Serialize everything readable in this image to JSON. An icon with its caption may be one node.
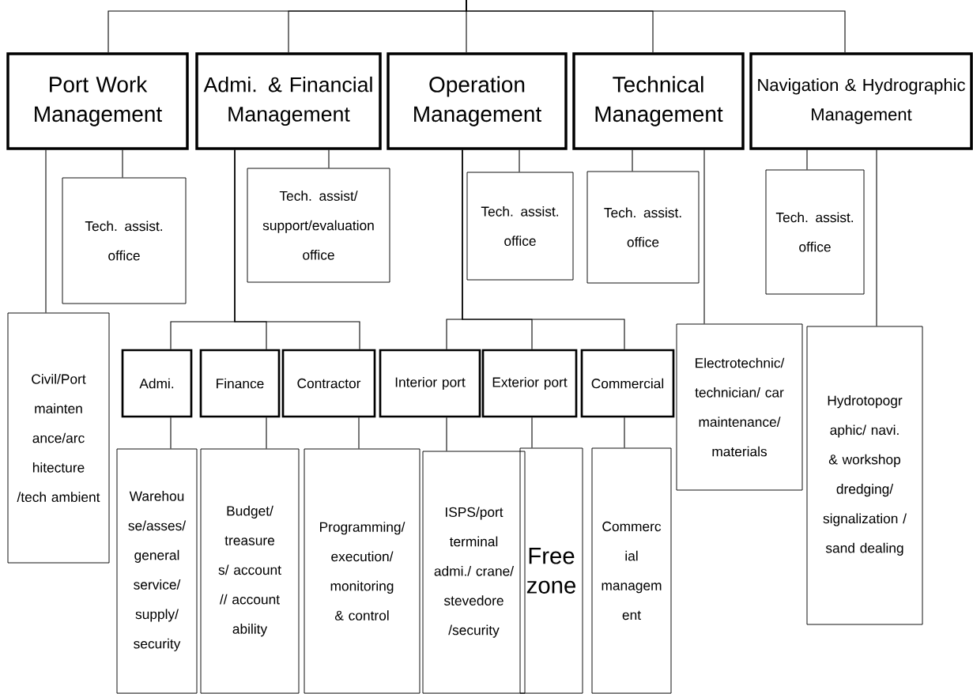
{
  "diagram": {
    "nodes": [
      {
        "text": [
          "Port Work Management"
        ]
      },
      {
        "text": [
          "Admi. & Financial Management"
        ]
      },
      {
        "text": [
          "Operation Management"
        ]
      },
      {
        "text": [
          "Technical Management"
        ]
      },
      {
        "text": [
          "Navigation & Hydrographic Management"
        ]
      },
      {
        "text": [
          "Tech. assist. office"
        ]
      },
      {
        "text": [
          "Tech. assist/ support/evaluation office"
        ]
      },
      {
        "text": [
          "Tech. assist. office"
        ]
      },
      {
        "text": [
          "Tech. assist. office"
        ]
      },
      {
        "text": [
          "Tech. assist. office"
        ]
      },
      {
        "text": [
          "Civil/Port mainten ance/arc hitecture /tech ambient"
        ]
      },
      {
        "text": [
          "Admi."
        ]
      },
      {
        "text": [
          "Finance"
        ]
      },
      {
        "text": [
          "Contractor"
        ]
      },
      {
        "text": [
          "Interior port"
        ]
      },
      {
        "text": [
          "Exterior port"
        ]
      },
      {
        "text": [
          "Commercial"
        ]
      },
      {
        "text": [
          "Electrotechnic/ technician/ car maintenance/ materials"
        ]
      },
      {
        "text": [
          "Hydrotopogr aphic/ navi. & workshop dredging/ signalization / sand dealing"
        ]
      },
      {
        "text": [
          "Warehou se/asses/ general service/ supply/ security"
        ]
      },
      {
        "text": [
          "Budget/ treasure s/ account // account ability"
        ]
      },
      {
        "text": [
          "Programming/ execution/ monitoring & control"
        ]
      },
      {
        "text": [
          "ISPS/port terminal admi./ crane/ stevedore /security"
        ]
      },
      {
        "text": [
          "Free zone"
        ]
      },
      {
        "text": [
          "Commerc ial managem ent"
        ]
      }
    ],
    "edges": [
      {
        "from": null,
        "to": 0,
        "arrow": "none"
      },
      {
        "from": null,
        "to": 1,
        "arrow": "none"
      },
      {
        "from": null,
        "to": 2,
        "arrow": "none"
      },
      {
        "from": null,
        "to": 3,
        "arrow": "none"
      },
      {
        "from": null,
        "to": 4,
        "arrow": "none"
      },
      {
        "from": 0,
        "to": 5,
        "arrow": "none"
      },
      {
        "from": 0,
        "to": 10,
        "arrow": "none"
      },
      {
        "from": 1,
        "to": 6,
        "arrow": "none"
      },
      {
        "from": 1,
        "to": 11,
        "arrow": "none"
      },
      {
        "from": 1,
        "to": 12,
        "arrow": "none"
      },
      {
        "from": 1,
        "to": 13,
        "arrow": "none"
      },
      {
        "from": 2,
        "to": 7,
        "arrow": "none"
      },
      {
        "from": 2,
        "to": 14,
        "arrow": "none"
      },
      {
        "from": 2,
        "to": 15,
        "arrow": "none"
      },
      {
        "from": 2,
        "to": 16,
        "arrow": "none"
      },
      {
        "from": 3,
        "to": 8,
        "arrow": "none"
      },
      {
        "from": 3,
        "to": 17,
        "arrow": "none"
      },
      {
        "from": 4,
        "to": 9,
        "arrow": "none"
      },
      {
        "from": 4,
        "to": 18,
        "arrow": "none"
      },
      {
        "from": 11,
        "to": 19,
        "arrow": "none"
      },
      {
        "from": 12,
        "to": 20,
        "arrow": "none"
      },
      {
        "from": 13,
        "to": 21,
        "arrow": "none"
      },
      {
        "from": 14,
        "to": 22,
        "arrow": "none"
      },
      {
        "from": 15,
        "to": 23,
        "arrow": "none"
      },
      {
        "from": 16,
        "to": 24,
        "arrow": "none"
      }
    ]
  }
}
